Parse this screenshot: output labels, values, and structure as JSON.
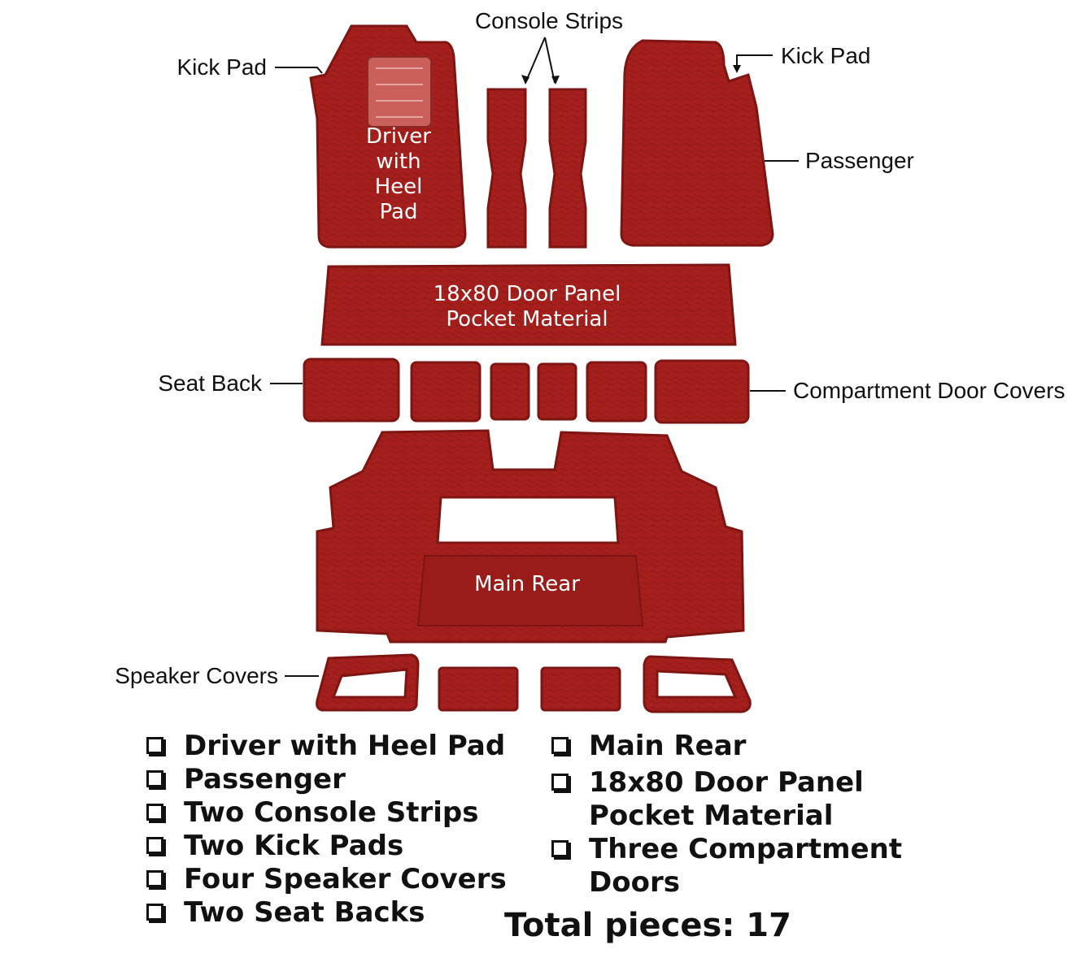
{
  "colors": {
    "carpet": "#a51f1c",
    "carpet_edge": "#7e1512",
    "label_text": "#111111",
    "piece_text": "#ffffff"
  },
  "callouts": {
    "kick_pad_left": "Kick Pad",
    "console_strips": "Console Strips",
    "kick_pad_right": "Kick Pad",
    "passenger": "Passenger",
    "seat_back": "Seat Back",
    "compartment_door_covers": "Compartment Door Covers",
    "speaker_covers": "Speaker Covers"
  },
  "piece_labels": {
    "driver": [
      "Driver",
      "with",
      "Heel",
      "Pad"
    ],
    "door_panel": [
      "18x80 Door Panel",
      "Pocket Material"
    ],
    "main_rear": "Main Rear"
  },
  "checklist": {
    "left": [
      "Driver with Heel Pad",
      "Passenger",
      "Two Console Strips",
      "Two Kick Pads",
      "Four Speaker Covers",
      "Two Seat Backs"
    ],
    "right": [
      [
        "Main Rear"
      ],
      [
        "18x80 Door Panel",
        "Pocket Material"
      ],
      [
        "Three Compartment",
        "Doors"
      ]
    ],
    "checkbox_icon": "checkbox-icon"
  },
  "total": "Total pieces: 17"
}
